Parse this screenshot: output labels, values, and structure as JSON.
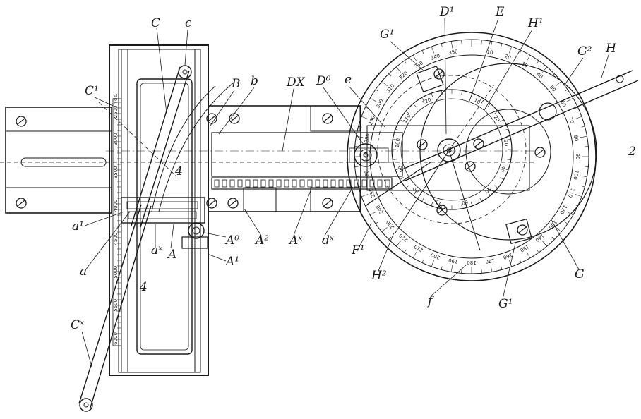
{
  "labels": {
    "C": "C",
    "c": "c",
    "C1": "C¹",
    "B": "B",
    "b": "b",
    "DX": "DX",
    "D0": "D⁰",
    "e": "e",
    "D1": "D¹",
    "E": "E",
    "H1": "H¹",
    "G1_top": "G¹",
    "G2": "G²",
    "H": "H",
    "two": "2",
    "a1": "a¹",
    "a": "a",
    "aX": "aˣ",
    "A": "A",
    "four_upper": "4",
    "four_lower": "4",
    "A0": "A⁰",
    "A1": "A¹",
    "A2": "A²",
    "AX": "Aˣ",
    "dX": "dˣ",
    "F1": "F¹",
    "H2": "H²",
    "f": "f",
    "G1_bottom": "G¹",
    "G": "G",
    "CX": "Cˣ"
  },
  "vertical_scale": {
    "labels": [
      "2500 Yds.",
      "3000",
      "3500",
      "4000",
      "4500",
      "5000",
      "5500",
      "6000"
    ]
  },
  "dial_outer": {
    "labels": [
      "10",
      "20",
      "30",
      "40",
      "50",
      "60",
      "70",
      "80",
      "90",
      "100",
      "110",
      "120",
      "130",
      "140",
      "150",
      "160",
      "170",
      "180",
      "190",
      "200",
      "210",
      "220",
      "230",
      "240",
      "250",
      "260",
      "270",
      "280",
      "290",
      "300",
      "310",
      "320",
      "330",
      "340",
      "350"
    ]
  },
  "dial_inner": {
    "labels": [
      "10",
      "20",
      "30",
      "40",
      "50",
      "60",
      "70",
      "80",
      "90",
      "100",
      "110",
      "120"
    ]
  }
}
